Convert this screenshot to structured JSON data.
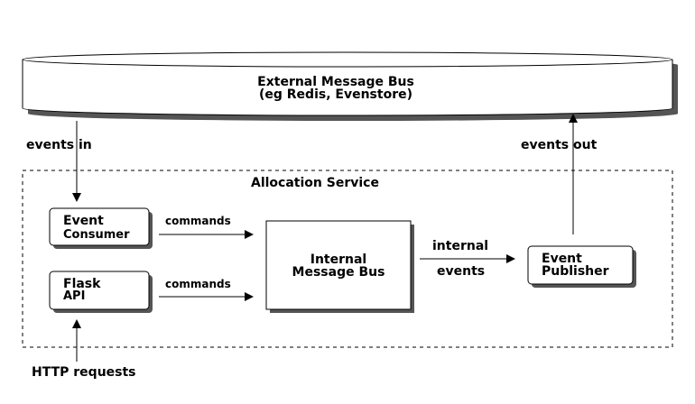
{
  "external_bus": {
    "line1": "External Message Bus",
    "line2": "(eg Redis, Evenstore)"
  },
  "labels": {
    "events_in": "events in",
    "events_out": "events out",
    "http_requests": "HTTP requests",
    "commands_top": "commands",
    "commands_bottom": "commands",
    "internal": "internal",
    "events": "events"
  },
  "service": {
    "title": "Allocation Service"
  },
  "boxes": {
    "event_consumer": {
      "line1": "Event",
      "line2": "Consumer"
    },
    "flask_api": {
      "line1": "Flask",
      "line2": "API"
    },
    "internal_bus": {
      "line1": "Internal",
      "line2": "Message Bus"
    },
    "event_publisher": {
      "line1": "Event",
      "line2": "Publisher"
    }
  }
}
